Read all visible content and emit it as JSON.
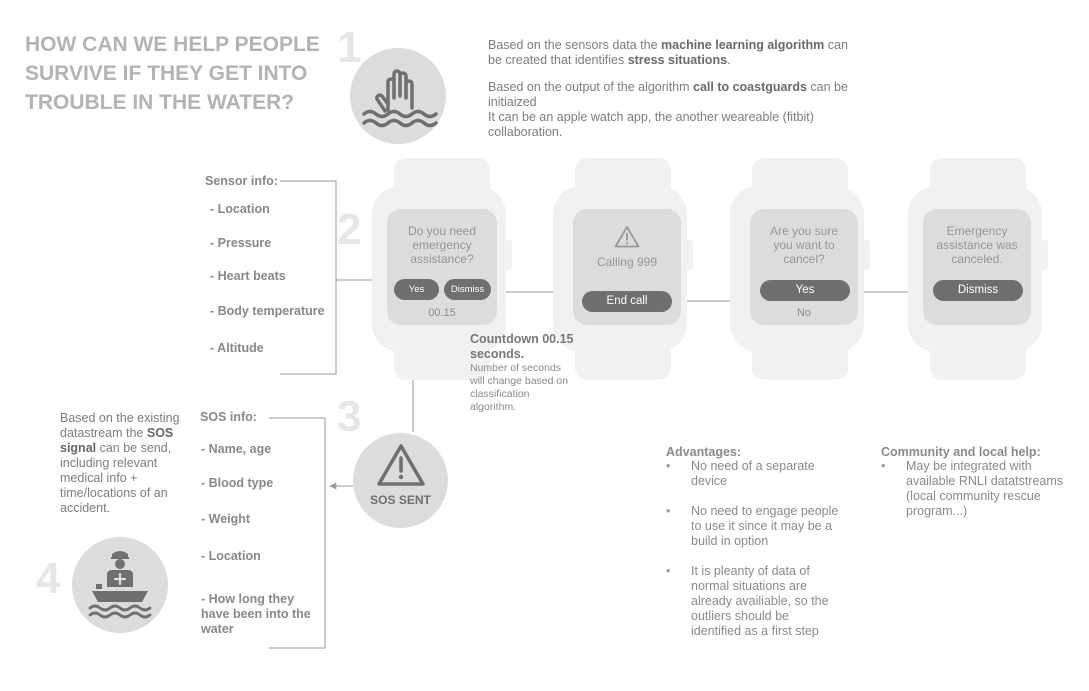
{
  "title": "HOW CAN WE HELP PEOPLE SURVIVE IF THEY GET INTO TROUBLE IN THE WATER?",
  "steps": [
    "1",
    "2",
    "3",
    "4"
  ],
  "intro": {
    "p1_pre": "Based on the sensors data the ",
    "p1_bold1": "machine learning algorithm",
    "p1_mid": " can be created that identifies ",
    "p1_bold2": "stress situations",
    "p1_post": ".",
    "p2_pre": "Based on the output of the algorithm ",
    "p2_bold": "call to coastguards",
    "p2_post": " can be initiaized",
    "p2_line2": "It can be an apple watch app, the another weareable (fitbit) collaboration."
  },
  "sensor_info": {
    "title": "Sensor info:",
    "items": [
      "- Location",
      "- Pressure",
      "- Heart beats",
      "- Body temperature",
      "- Altitude"
    ]
  },
  "watches": [
    {
      "question": "Do you need emergency assistance?",
      "btn1": "Yes",
      "btn2": "Dismiss",
      "sub": "00.15"
    },
    {
      "icon": "warning-icon",
      "question": "Calling 999",
      "btn": "End call"
    },
    {
      "question": "Are you sure you want to cancel?",
      "btn": "Yes",
      "sub": "No"
    },
    {
      "question": "Emergency assistance was canceled.",
      "btn": "Dismiss"
    }
  ],
  "countdown": {
    "title": "Countdown 00.15 seconds.",
    "body": "Number of seconds will change based on classification algorithm."
  },
  "sos_badge": "SOS SENT",
  "sos_info": {
    "title": "SOS info:",
    "items": [
      "- Name, age",
      "- Blood type",
      "- Weight",
      "- Location",
      "- How long they have been into the water"
    ]
  },
  "sos_explain": {
    "pre": "Based on the existing datastream the ",
    "bold": "SOS signal",
    "post": " can be send, including relevant medical info + time/locations of an accident."
  },
  "advantages": {
    "title": "Advantages:",
    "items": [
      "No need of a separate device",
      "No need to engage people to use it since it may be a build in option",
      "It is pleanty of data of normal situations are already availiable, so the outliers should be identified as a first step"
    ]
  },
  "community": {
    "title": "Community and local help:",
    "items": [
      "May be integrated with available RNLI datatstreams (local community rescue program...)"
    ]
  },
  "colors": {
    "ghost": "#f1f1f1",
    "screen": "#dcdcdc",
    "button": "#6f6f6f",
    "line": "#9a9a9a",
    "circle": "#dcdcdc",
    "icon": "#6f6f6f"
  }
}
